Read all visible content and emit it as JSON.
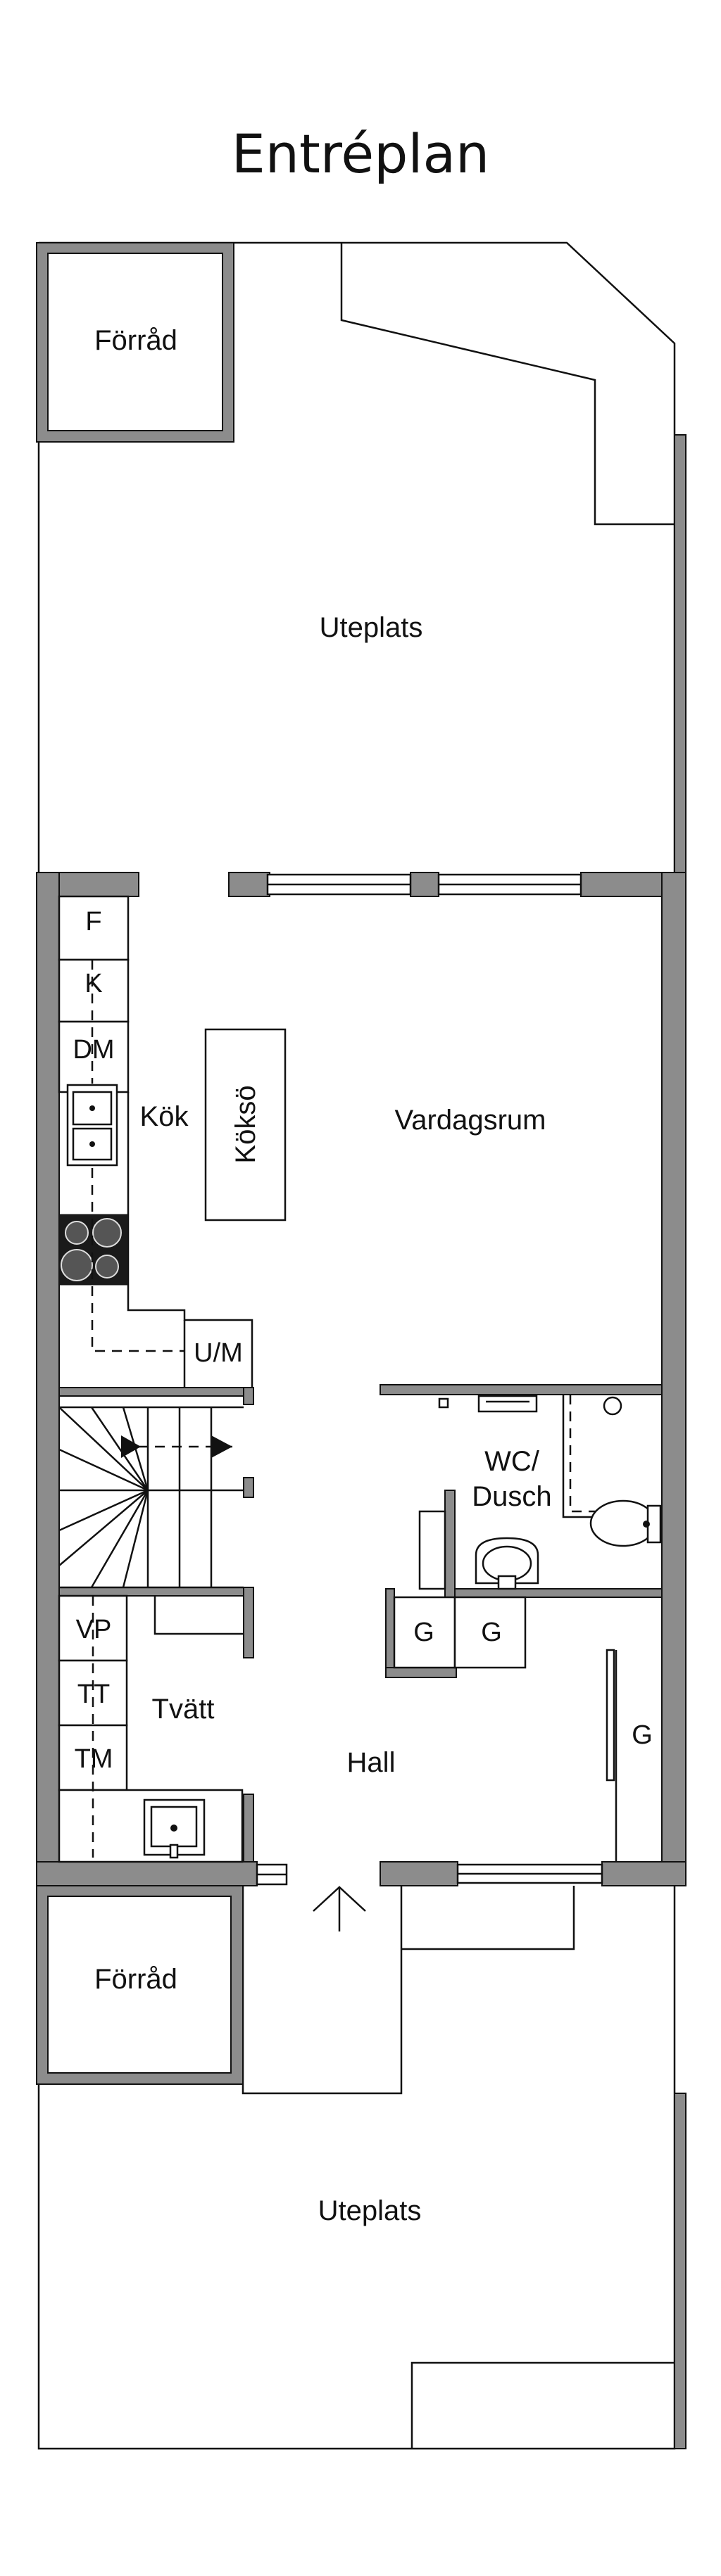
{
  "title": "Entréplan",
  "rooms": {
    "forrad_top": "Förråd",
    "uteplats_top": "Uteplats",
    "kok": "Kök",
    "kokso": "Köksö",
    "vardagsrum": "Vardagsrum",
    "wc_line1": "WC/",
    "wc_line2": "Dusch",
    "tvatt": "Tvätt",
    "hall": "Hall",
    "forrad_bottom": "Förråd",
    "uteplats_bottom": "Uteplats"
  },
  "appliances": {
    "fridge": "F",
    "freezer": "K",
    "dishwasher": "DM",
    "oven_micro": "U/M",
    "dryer": "VP",
    "tumble": "TT",
    "washer": "TM"
  },
  "wardrobes": {
    "g1": "G",
    "g2": "G",
    "g3": "G"
  },
  "colors": {
    "wall": "#8c8c8c",
    "line": "#111111",
    "background": "#ffffff"
  }
}
